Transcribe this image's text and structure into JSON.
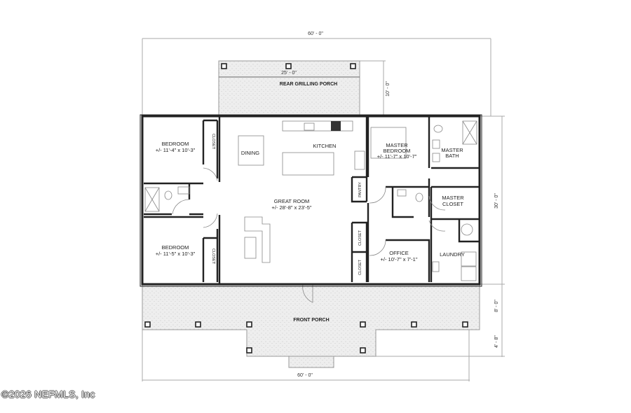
{
  "dimensions": {
    "overall_width_top": "60' - 0\"",
    "overall_width_bottom": "60' - 0\"",
    "rear_porch_width": "25' - 0\"",
    "rear_porch_depth": "10' - 0\"",
    "house_depth": "30' - 0\"",
    "front_porch_depth": "8' - 0\"",
    "front_porch_extension": "4' - 8\""
  },
  "rooms": {
    "rear_porch": "REAR GRILLING PORCH",
    "front_porch": "FRONT PORCH",
    "bedroom1": {
      "name": "BEDROOM",
      "size": "+/- 11'-4\" x 10'-3\""
    },
    "bedroom2": {
      "name": "BEDROOM",
      "size": "+/- 11'-5\" x 10'-3\""
    },
    "closet": "CLOSET",
    "dining": "DINING",
    "kitchen": "KITCHEN",
    "pantry": "PANTRY",
    "great_room": {
      "name": "GREAT ROOM",
      "size": "+/- 28'-8\" x 23'-5\""
    },
    "master_bedroom": {
      "name1": "MASTER",
      "name2": "BEDROOM",
      "size": "+/- 11'-7\" x 10'-7\""
    },
    "master_bath": {
      "name1": "MASTER",
      "name2": "BATH"
    },
    "master_closet": {
      "name1": "MASTER",
      "name2": "CLOSET"
    },
    "office": {
      "name": "OFFICE",
      "size": "+/- 10'-7\" x 7'-1\""
    },
    "laundry": "LAUNDRY"
  },
  "watermark": "©2026 NEFMLS, Inc",
  "colors": {
    "porch_fill": "#ececec",
    "wall": "#222222"
  }
}
